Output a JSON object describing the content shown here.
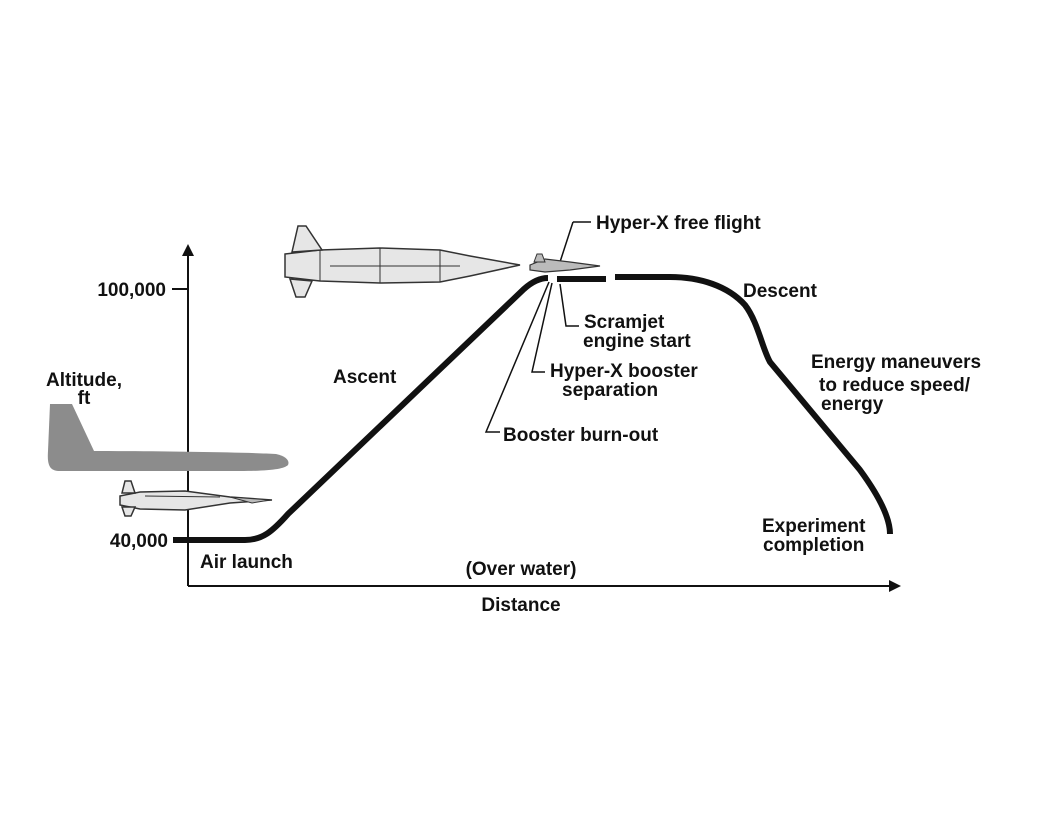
{
  "axes": {
    "y_label_line1": "Altitude,",
    "y_label_line2": "ft",
    "x_label": "Distance",
    "x_note": "(Over water)",
    "y_ticks": [
      "100,000",
      "40,000"
    ]
  },
  "phases": {
    "air_launch": "Air launch",
    "ascent": "Ascent",
    "booster_burnout": "Booster burn-out",
    "separation_line1": "Hyper-X booster",
    "separation_line2": "separation",
    "scramjet_line1": "Scramjet",
    "scramjet_line2": "engine start",
    "free_flight": "Hyper-X free flight",
    "descent": "Descent",
    "energy_line1": "Energy maneuvers",
    "energy_line2": "to reduce speed/",
    "energy_line3": "energy",
    "completion_line1": "Experiment",
    "completion_line2": "completion"
  },
  "icons": [
    "carrier-aircraft-icon",
    "launch-vehicle-icon",
    "boosted-vehicle-icon",
    "hyper-x-vehicle-icon"
  ],
  "colors": {
    "line": "#111111",
    "carrier": "#8c8c8c",
    "vehicle_fill": "#e6e6e6",
    "vehicle_stroke": "#333333"
  }
}
